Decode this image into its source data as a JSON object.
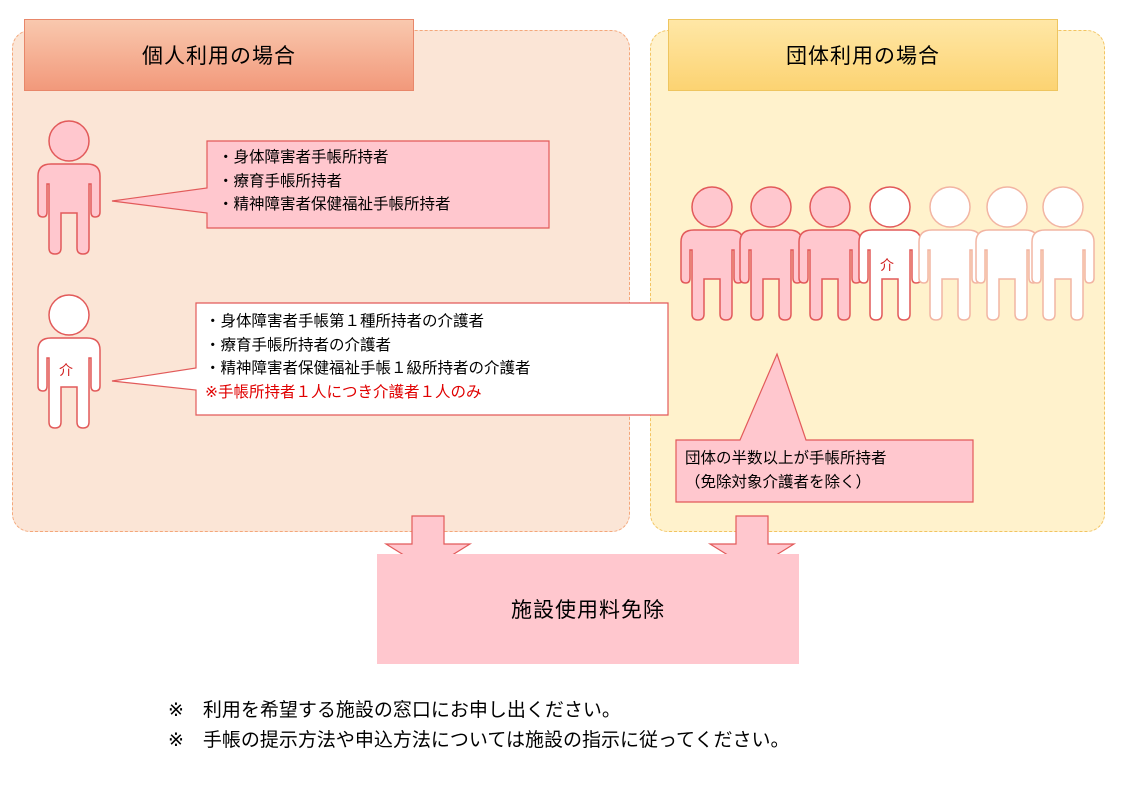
{
  "individual": {
    "title": "個人利用の場合",
    "caregiver_mark": "介",
    "callout1": [
      "・身体障害者手帳所持者",
      "・療育手帳所持者",
      "・精神障害者保健福祉手帳所持者"
    ],
    "callout2": [
      "・身体障害者手帳第１種所持者の介護者",
      "・療育手帳所持者の介護者",
      "・精神障害者保健福祉手帳１級所持者の介護者"
    ],
    "callout2_note": "※手帳所持者１人につき介護者１人のみ"
  },
  "group": {
    "title": "団体利用の場合",
    "caregiver_mark": "介",
    "callout": [
      "団体の半数以上が手帳所持者",
      "（免除対象介護者を除く）"
    ]
  },
  "result": "施設使用料免除",
  "footnotes": [
    "※　利用を希望する施設の窓口にお申し出ください。",
    "※　手帳の提示方法や申込方法については施設の指示に従ってください。"
  ],
  "colors": {
    "holder_fill": "#ffc7ce",
    "holder_stroke": "#e25a5a",
    "caregiver_fill": "#ffffff",
    "exemption_fill": "#ffc7ce",
    "note_red": "#e00000"
  }
}
